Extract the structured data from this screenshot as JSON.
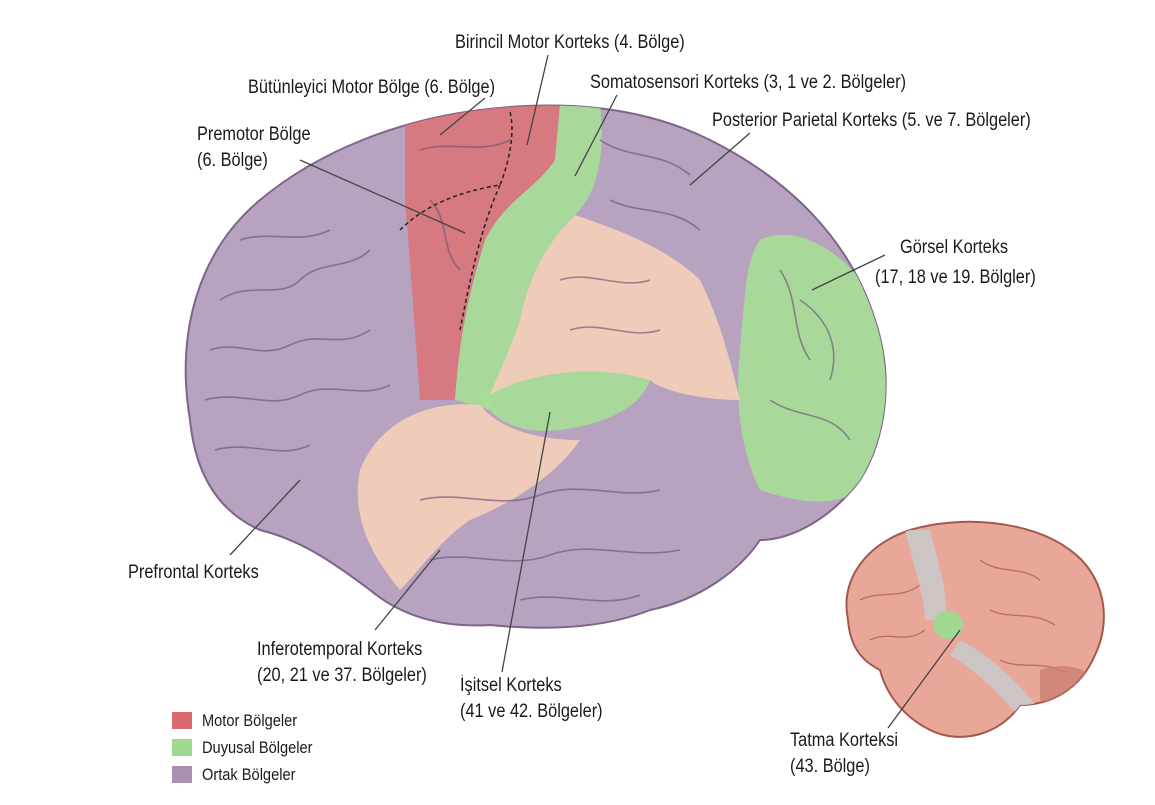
{
  "labels": {
    "primary_motor": "Birincil Motor Korteks (4. Bölge)",
    "supplementary_motor": "Bütünleyici Motor Bölge (6. Bölge)",
    "somatosensory": "Somatosensori Korteks (3, 1 ve 2. Bölgeler)",
    "posterior_parietal": "Posterior Parietal Korteks (5. ve 7. Bölgeler)",
    "premotor_line1": "Premotor Bölge",
    "premotor_line2": "(6. Bölge)",
    "visual_line1": "Görsel Korteks",
    "visual_line2": "(17, 18 ve 19. Bölgler)",
    "prefrontal": "Prefrontal Korteks",
    "inferotemporal_line1": "Inferotemporal Korteks",
    "inferotemporal_line2": "(20, 21 ve 37. Bölgeler)",
    "auditory_line1": "İşitsel Korteks",
    "auditory_line2": "(41 ve 42. Bölgeler)",
    "gustatory_line1": "Tatma Korteksi",
    "gustatory_line2": "(43. Bölge)"
  },
  "legend": [
    {
      "label": "Motor Bölgeler",
      "color": "#d86a6e"
    },
    {
      "label": "Duyusal Bölgeler",
      "color": "#9fd88e"
    },
    {
      "label": "Ortak Bölgeler",
      "color": "#a98fb0"
    }
  ],
  "colors": {
    "motor": "#d9747a",
    "sensory": "#a8dc98",
    "association": "#b7a2c0",
    "temporal_peach": "#f1cdb8",
    "small_brain": "#e9a79a"
  }
}
